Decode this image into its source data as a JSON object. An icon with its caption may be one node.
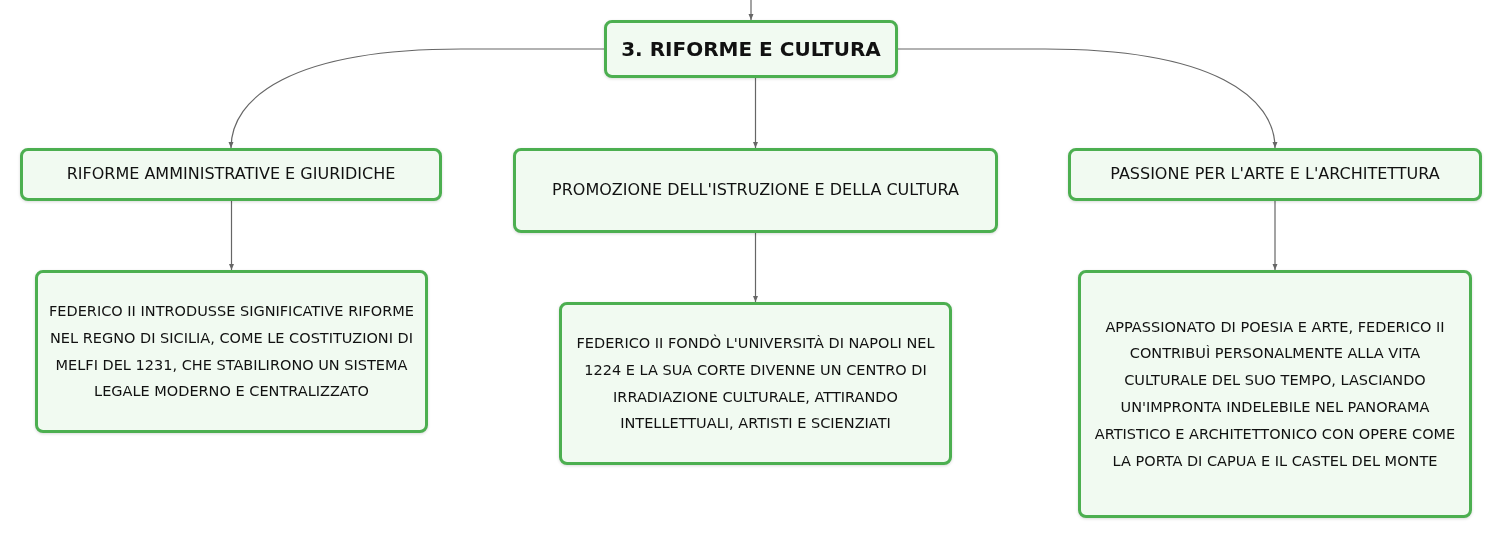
{
  "diagram": {
    "nodes": [
      {
        "text": [
          "3. RIFORME E CULTURA"
        ]
      },
      {
        "text": [
          "RIFORME AMMINISTRATIVE E GIURIDICHE"
        ]
      },
      {
        "text": [
          "PROMOZIONE DELL'ISTRUZIONE E DELLA CULTURA"
        ]
      },
      {
        "text": [
          "PASSIONE PER L'ARTE E L'ARCHITETTURA"
        ]
      },
      {
        "text": [
          "FEDERICO II INTRODUSSE SIGNIFICATIVE RIFORME NEL REGNO DI SICILIA, COME LE COSTITUZIONI DI MELFI DEL 1231, CHE STABILIRONO UN SISTEMA LEGALE MODERNO E CENTRALIZZATO"
        ]
      },
      {
        "text": [
          "FEDERICO II FONDÒ L'UNIVERSITÀ DI NAPOLI NEL 1224 E LA SUA CORTE DIVENNE UN CENTRO DI IRRADIAZIONE CULTURALE, ATTIRANDO INTELLETTUALI, ARTISTI E SCIENZIATI"
        ]
      },
      {
        "text": [
          "APPASSIONATO DI POESIA E ARTE, FEDERICO II CONTRIBUÌ PERSONALMENTE ALLA VITA CULTURALE DEL SUO TEMPO, LASCIANDO UN'IMPRONTA INDELEBILE NEL PANORAMA ARTISTICO E ARCHITETTONICO CON OPERE COME LA PORTA DI CAPUA E IL CASTEL DEL MONTE"
        ]
      }
    ],
    "edges": [
      {
        "from": null,
        "to": 0,
        "arrow": "to"
      },
      {
        "from": 0,
        "to": 1,
        "arrow": "to"
      },
      {
        "from": 0,
        "to": 2,
        "arrow": "to"
      },
      {
        "from": 0,
        "to": 3,
        "arrow": "to"
      },
      {
        "from": 1,
        "to": 4,
        "arrow": "to"
      },
      {
        "from": 2,
        "to": 5,
        "arrow": "to"
      },
      {
        "from": 3,
        "to": 6,
        "arrow": "to"
      }
    ]
  }
}
